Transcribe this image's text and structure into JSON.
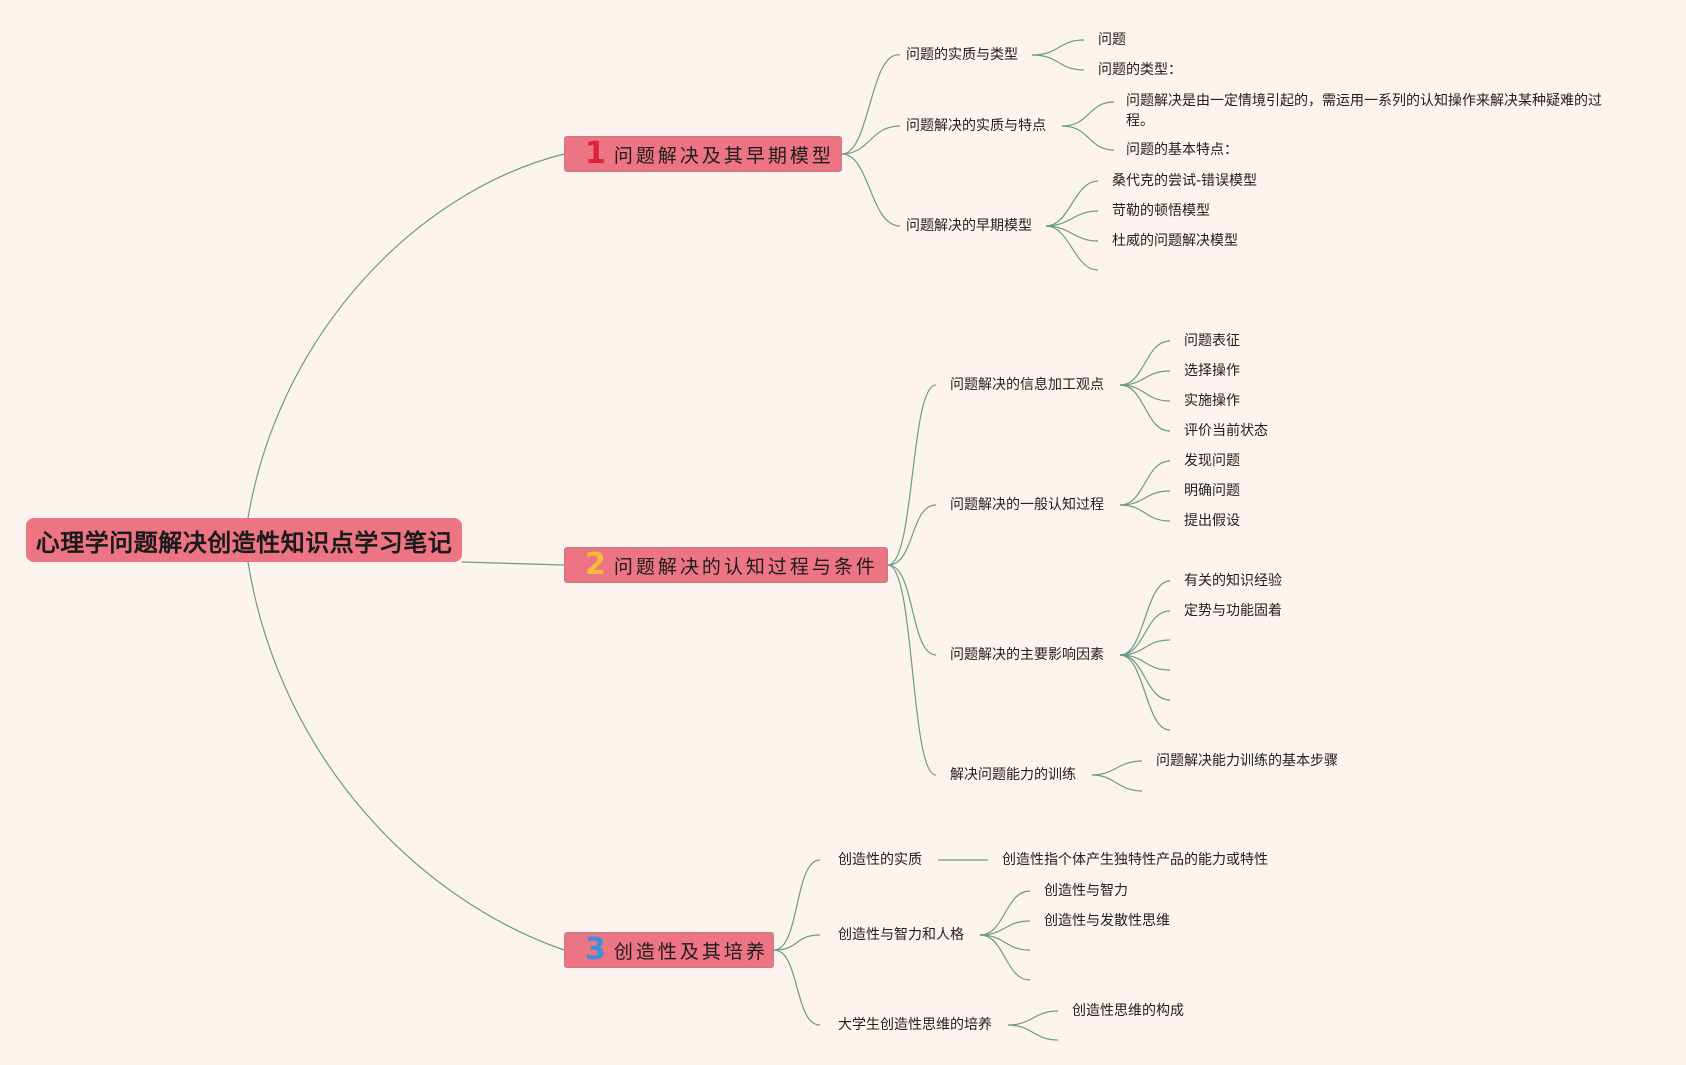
{
  "root": {
    "title": "心理学问题解决创造性知识点学习笔记"
  },
  "branches": [
    {
      "number": "1",
      "number_color": "#e0203a",
      "label": "问题解决及其早期模型",
      "children": [
        {
          "label": "问题的实质与类型",
          "items": [
            "问题",
            "问题的类型："
          ]
        },
        {
          "label": "问题解决的实质与特点",
          "items": [
            "问题解决是由一定情境引起的，需运用一系列的认知操作来解决某种疑难的过程。",
            "问题的基本特点："
          ]
        },
        {
          "label": "问题解决的早期模型",
          "items": [
            "桑代克的尝试-错误模型",
            "苛勒的顿悟模型",
            "杜威的问题解决模型"
          ]
        }
      ]
    },
    {
      "number": "2",
      "number_color": "#f6b93b",
      "label": "问题解决的认知过程与条件",
      "children": [
        {
          "label": "问题解决的信息加工观点",
          "items": [
            "问题表征",
            "选择操作",
            "实施操作",
            "评价当前状态"
          ]
        },
        {
          "label": "问题解决的一般认知过程",
          "items": [
            "发现问题",
            "明确问题",
            "提出假设"
          ]
        },
        {
          "label": "问题解决的主要影响因素",
          "items": [
            "有关的知识经验",
            "定势与功能固着"
          ]
        },
        {
          "label": "解决问题能力的训练",
          "items": [
            "问题解决能力训练的基本步骤"
          ]
        }
      ]
    },
    {
      "number": "3",
      "number_color": "#3a8fe0",
      "label": "创造性及其培养",
      "children": [
        {
          "label": "创造性的实质",
          "items": [
            "创造性指个体产生独特性产品的能力或特性"
          ]
        },
        {
          "label": "创造性与智力和人格",
          "items": [
            "创造性与智力",
            "创造性与发散性思维"
          ]
        },
        {
          "label": "大学生创造性思维的培养",
          "items": [
            "创造性思维的构成"
          ]
        }
      ]
    }
  ],
  "colors": {
    "background": "#fdf3ee",
    "node_fill": "#ed7483",
    "connector": "#6b9a86"
  }
}
